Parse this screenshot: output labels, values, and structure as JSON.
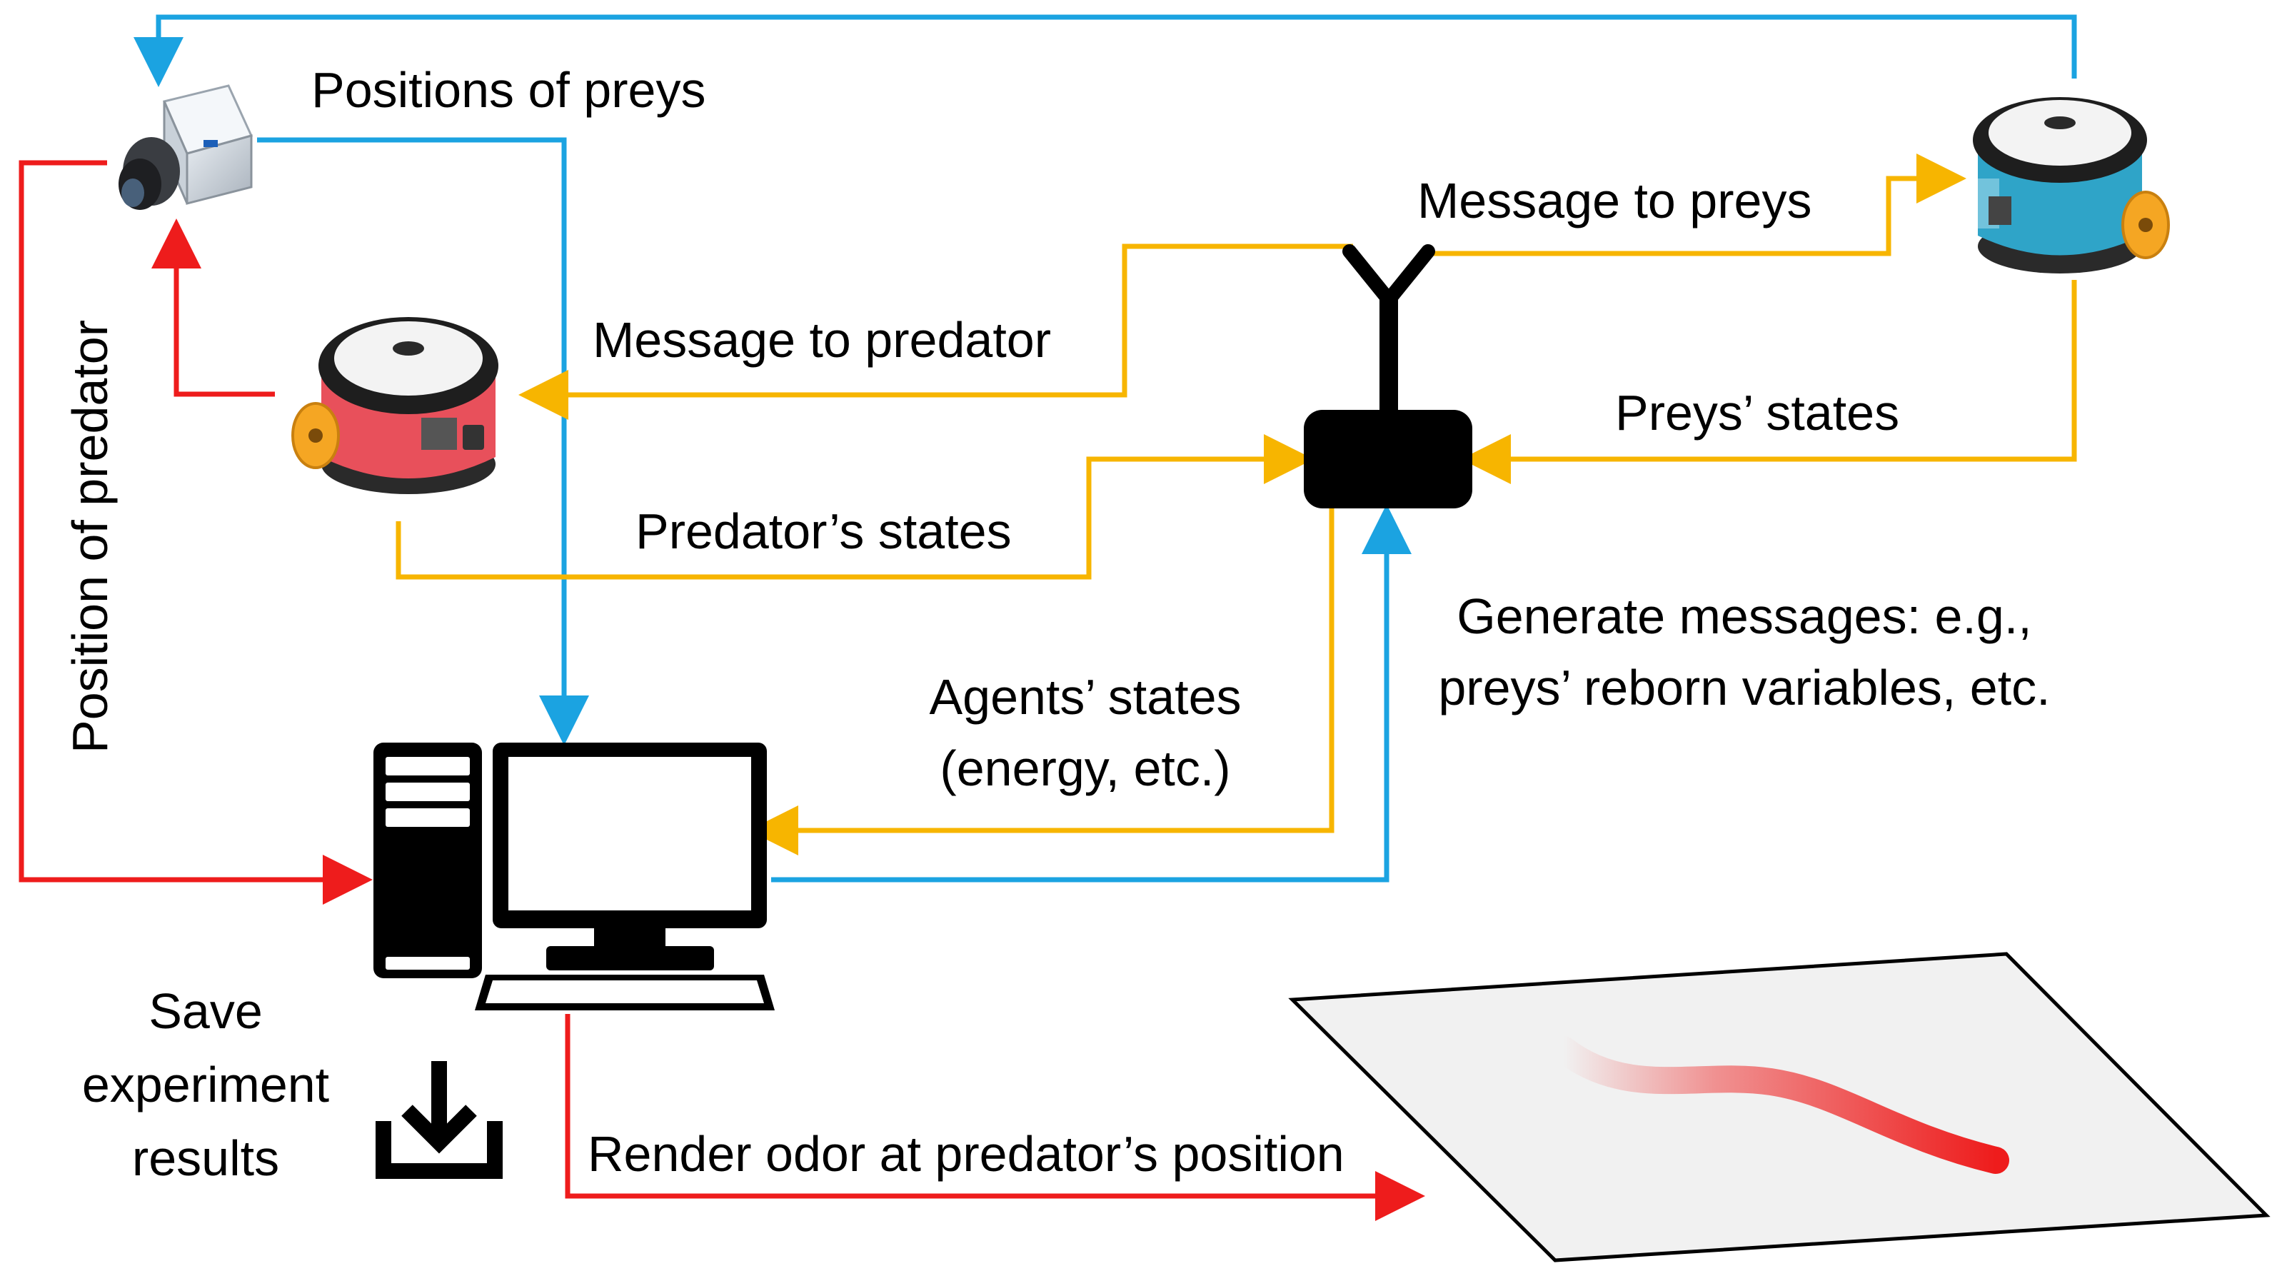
{
  "colors": {
    "blue": "#1BA3E1",
    "orange": "#F7B500",
    "red": "#EE1C1C",
    "black": "#000000",
    "predator_body": "#E8505B",
    "prey_body": "#2FA4C8",
    "wheel": "#F5A623",
    "floor": "#F1F1F1"
  },
  "labels": {
    "positions_of_preys": "Positions of preys",
    "position_of_predator": "Position of predator",
    "message_to_predator": "Message to predator",
    "message_to_preys": "Message to preys",
    "preys_states": "Preys’ states",
    "predators_states": "Predator’s states",
    "agents_states_1": "Agents’ states",
    "agents_states_2": "(energy, etc.)",
    "generate_messages_1": "Generate messages: e.g.,",
    "generate_messages_2": "preys’ reborn variables, etc.",
    "save_1": "Save",
    "save_2": "experiment",
    "save_3": "results",
    "render_odor": "Render odor at predator’s position"
  },
  "icons": {
    "camera": "camera-icon",
    "predator_robot": "predator-robot-icon",
    "prey_robot": "prey-robot-icon",
    "antenna": "antenna-icon",
    "radio_module": "radio-module-icon",
    "computer": "computer-icon",
    "download": "download-icon",
    "odor_floor": "odor-floor-icon"
  }
}
